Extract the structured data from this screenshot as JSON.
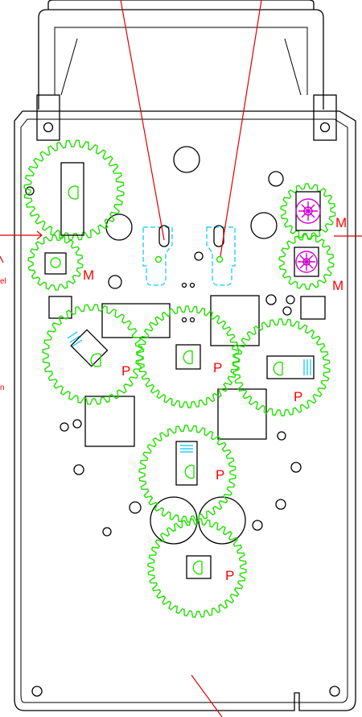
{
  "colors": {
    "outline": "#000000",
    "gear": "#22e000",
    "leader": "#e00000",
    "label": "#ff0000",
    "spring": "#00c8ff",
    "motor_gear_hub": "#d000d0"
  },
  "gear_labels": {
    "gear_1": "M",
    "gear_2": "M",
    "gear_3": "M",
    "gear_4": "P",
    "gear_5": "P",
    "gear_6": "P",
    "gear_7": "P",
    "gear_8": "P"
  },
  "side_labels": {
    "left_1": "el",
    "left_2": "n"
  }
}
